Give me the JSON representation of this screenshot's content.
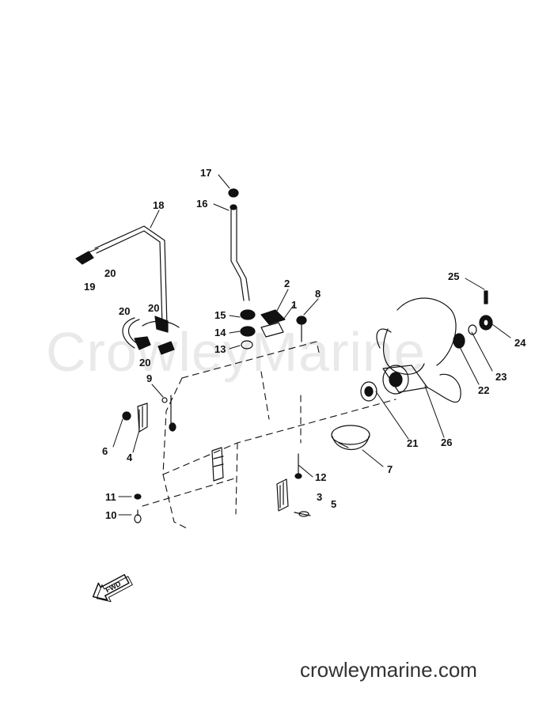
{
  "watermark": "CrowleyMarine",
  "footer": "crowleymarine.com",
  "fwd": "FWD",
  "callouts": [
    "17",
    "16",
    "18",
    "20",
    "19",
    "20",
    "20",
    "20",
    "15",
    "14",
    "13",
    "2",
    "1",
    "8",
    "9",
    "6",
    "4",
    "11",
    "10",
    "12",
    "3",
    "5",
    "7",
    "21",
    "26",
    "22",
    "23",
    "24",
    "25"
  ],
  "colors": {
    "ink": "#111111",
    "watermark": "#e9e9e9",
    "footer": "#333333"
  }
}
